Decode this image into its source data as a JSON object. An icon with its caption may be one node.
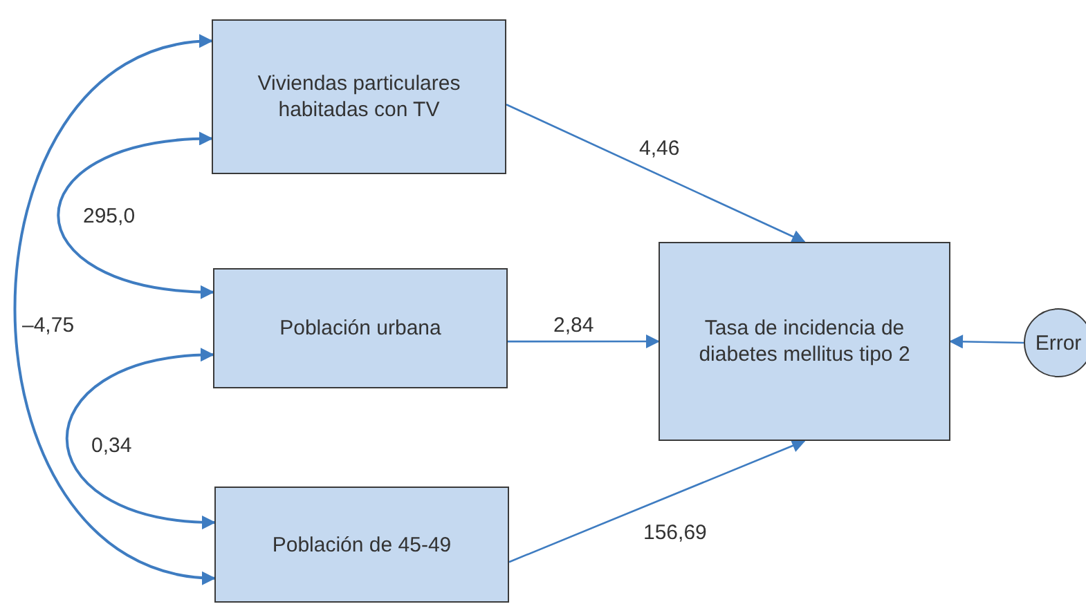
{
  "diagram": {
    "nodes": [
      {
        "text": [
          "Viviendas particulares habitadas con TV"
        ]
      },
      {
        "text": [
          "Población urbana"
        ]
      },
      {
        "text": [
          "Población de 45-49"
        ]
      },
      {
        "text": [
          "Tasa de incidencia de diabetes mellitus tipo 2"
        ]
      },
      {
        "text": [
          "Error"
        ]
      }
    ],
    "edges": [
      {
        "from": 0,
        "to": 3,
        "arrow": "to",
        "label": "4,46"
      },
      {
        "from": 1,
        "to": 3,
        "arrow": "to",
        "label": "2,84"
      },
      {
        "from": 2,
        "to": 3,
        "arrow": "to",
        "label": "156,69"
      },
      {
        "from": 4,
        "to": 3,
        "arrow": "to"
      },
      {
        "from": 0,
        "to": 1,
        "arrow": "both",
        "label": "295,0"
      },
      {
        "from": 1,
        "to": 2,
        "arrow": "both",
        "label": "0,34"
      },
      {
        "from": 0,
        "to": 2,
        "arrow": "both",
        "label": "–4,75"
      }
    ]
  }
}
